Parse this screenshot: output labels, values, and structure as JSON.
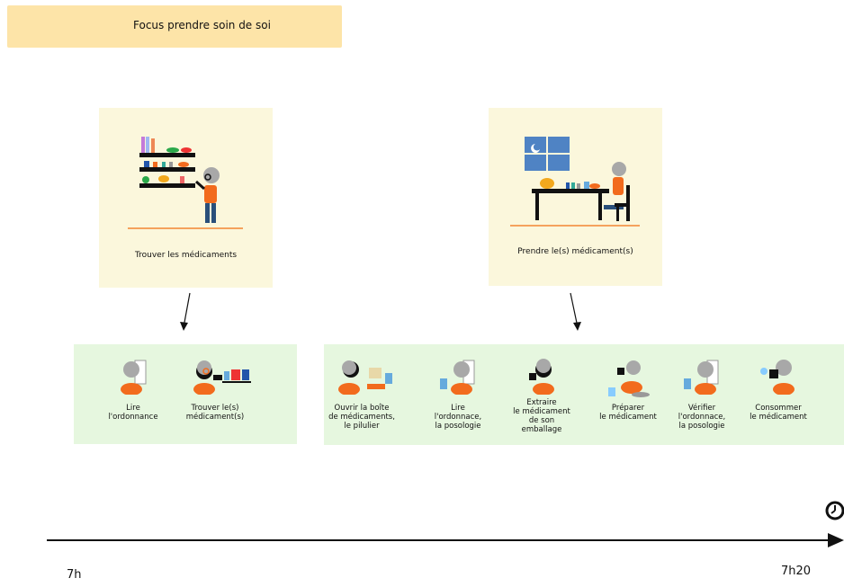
{
  "header": {
    "title": "Focus prendre soin de soi"
  },
  "scenes": {
    "find": {
      "label": "Trouver les médicaments"
    },
    "take": {
      "label": "Prendre le(s) médicament(s)"
    }
  },
  "steps_left": [
    {
      "label": "Lire\nl'ordonnance"
    },
    {
      "label": "Trouver le(s)\nmédicament(s)"
    }
  ],
  "steps_right": [
    {
      "label": "Ouvrir la boîte\nde médicaments,\nle pilulier"
    },
    {
      "label": "Lire\nl'ordonnace,\nla posologie"
    },
    {
      "label": "Extraire\nle médicament\nde son\nemballage"
    },
    {
      "label": "Préparer\nle médicament"
    },
    {
      "label": "Vérifier\nl'ordonnace,\nla posologie"
    },
    {
      "label": "Consommer\nle médicament"
    }
  ],
  "timeline": {
    "start": "7h",
    "end": "7h20"
  },
  "colors": {
    "title_bg": "#fde4a8",
    "scene_bg": "#fbf7dc",
    "steps_bg": "#e6f7df",
    "accent": "#f26b1d",
    "skin": "#a8a8a8"
  }
}
